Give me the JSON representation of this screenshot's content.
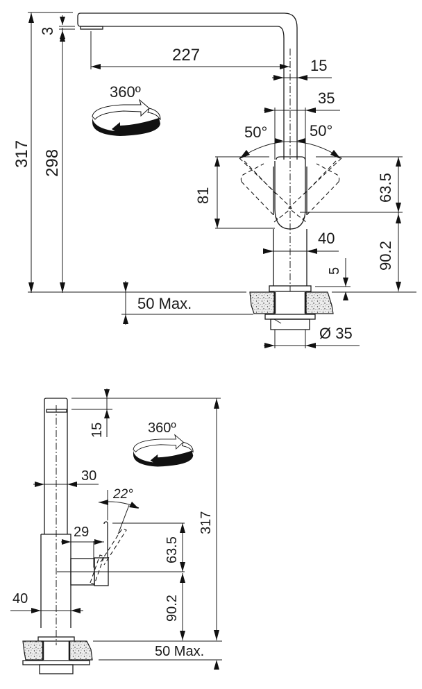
{
  "drawing": {
    "type": "faucet-dimension-drawing",
    "units": "mm",
    "colors": {
      "line": "#1a1a1a",
      "background": "#ffffff",
      "stone": "#e9e9e9"
    }
  },
  "front_view": {
    "labels": {
      "overall_height": "317",
      "spout_height": "298",
      "spout_tip": "3",
      "reach": "227",
      "spout_tube": "15",
      "handle_width": "35",
      "handle_angle_left": "50°",
      "handle_angle_right": "50°",
      "rotation": "360º",
      "handle_length": "81",
      "handle_height": "63.5",
      "handle_base_height": "90.2",
      "body_diameter": "40",
      "base_ring": "5",
      "counter_thickness": "50 Max.",
      "hole_diameter": "Ø 35"
    },
    "icons": [
      "rotation-360-icon"
    ]
  },
  "side_view": {
    "labels": {
      "spout_tip": "15",
      "rotation": "360º",
      "spout_tube": "30",
      "handle_tilt": "22°",
      "handle_reach": "29",
      "handle_height": "63.5",
      "handle_base_height": "90.2",
      "body_diameter": "40",
      "overall_height": "317",
      "counter_thickness": "50 Max."
    },
    "icons": [
      "rotation-360-icon"
    ]
  }
}
